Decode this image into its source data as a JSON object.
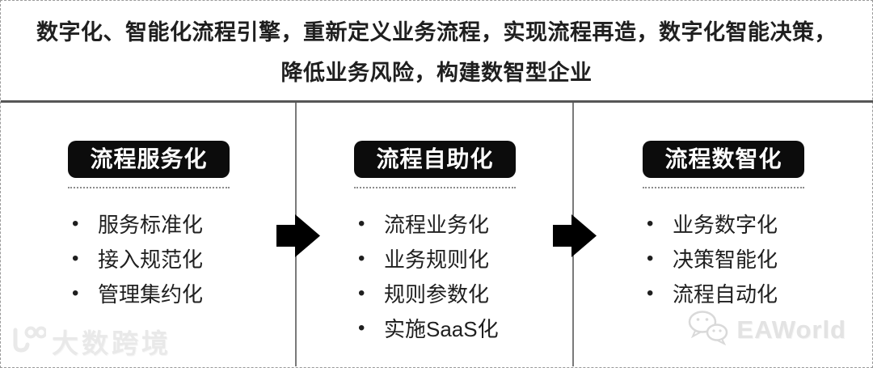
{
  "banner": {
    "line1": "数字化、智能化流程引擎，重新定义业务流程，实现流程再造，数字化智能决策，",
    "line2": "降低业务风险，构建数智型企业"
  },
  "bullet_char": "•",
  "columns": [
    {
      "header": "流程服务化",
      "items": [
        "服务标准化",
        "接入规范化",
        "管理集约化"
      ]
    },
    {
      "header": "流程自助化",
      "items": [
        "流程业务化",
        "业务规则化",
        "规则参数化",
        "实施SaaS化"
      ]
    },
    {
      "header": "流程数智化",
      "items": [
        "业务数字化",
        "决策智能化",
        "流程自动化"
      ]
    }
  ],
  "watermarks": {
    "bottom_left_text": "大数跨境",
    "bottom_right_text": "EAWorld"
  },
  "icons": {
    "bottom_left": "smiley-100-logo",
    "bottom_right": "wechat-icon",
    "between_columns": "right-arrow"
  },
  "colors": {
    "text": "#1f1f1f",
    "header_box_bg": "#0c0c0c",
    "header_box_text": "#ffffff",
    "top_rule": "#565656",
    "divider": "#7a7a7a",
    "arrow": "#000000",
    "watermark": "#e3e3e3"
  }
}
